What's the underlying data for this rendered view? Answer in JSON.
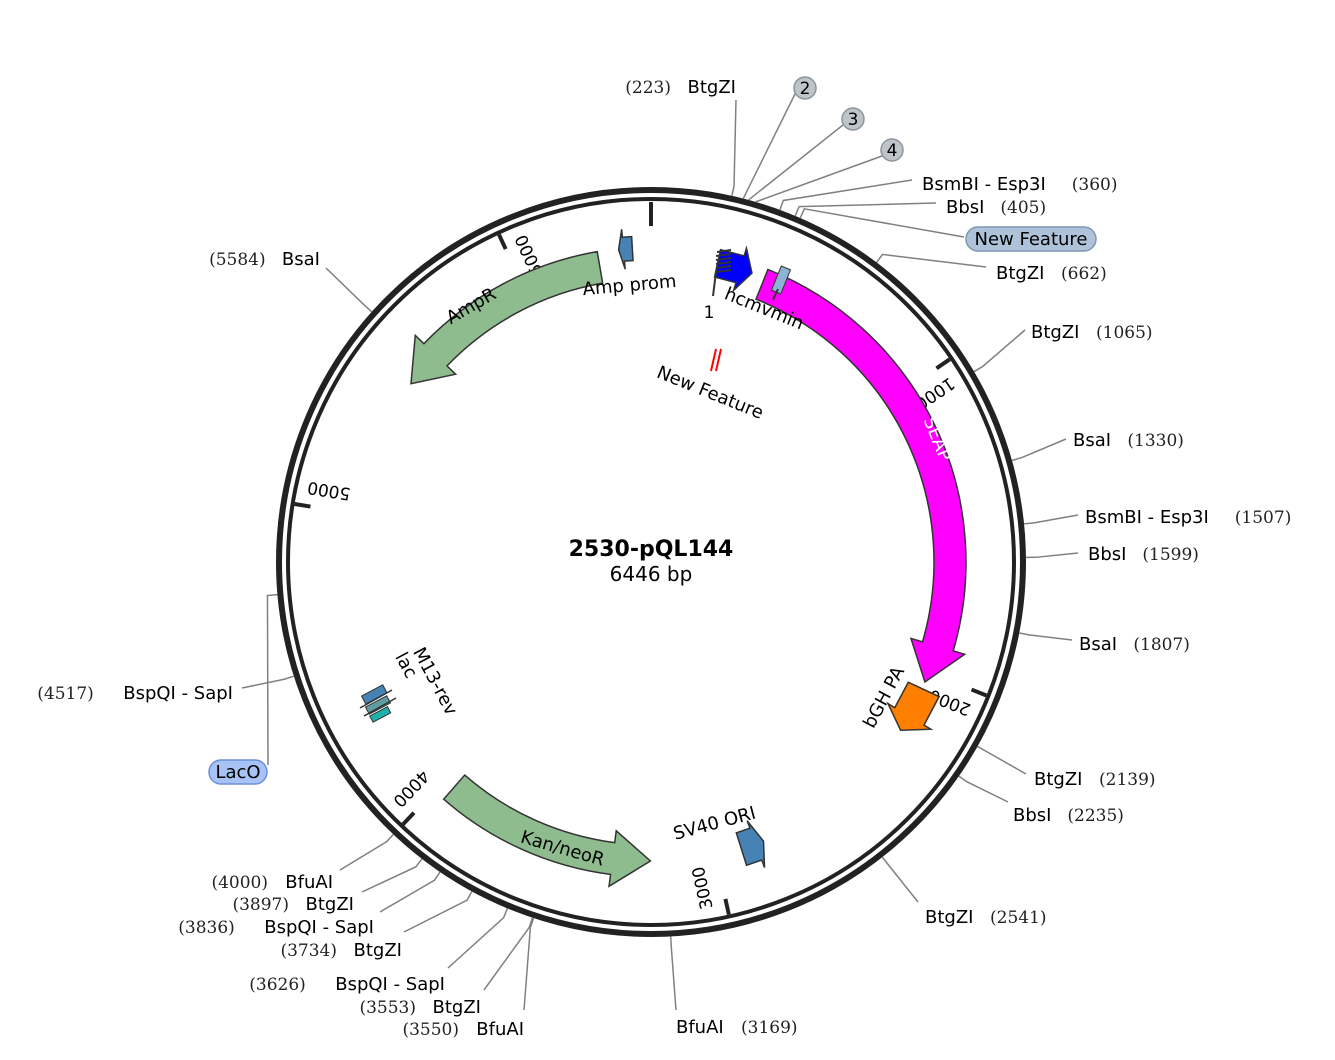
{
  "plasmid": {
    "name": "2530-pQL144",
    "length_label": "6446 bp",
    "length_bp": 6446
  },
  "ticks": [
    {
      "label": "1000",
      "bp": 1000
    },
    {
      "label": "2000",
      "bp": 2000
    },
    {
      "label": "3000",
      "bp": 3000
    },
    {
      "label": "4000",
      "bp": 4000
    },
    {
      "label": "5000",
      "bp": 5000
    },
    {
      "label": "6000",
      "bp": 6000
    },
    {
      "label": "1",
      "bp": 1
    }
  ],
  "features": [
    {
      "id": "seap",
      "label": "SEAP",
      "start": 390,
      "end": 2035,
      "direction": "forward",
      "color": "#ff00ff",
      "label_color": "#ffffff"
    },
    {
      "id": "bgh",
      "label": "bGH PA",
      "start": 2060,
      "end": 2220,
      "direction": "forward",
      "color": "#ff8000",
      "label_color": "#000000"
    },
    {
      "id": "sv40",
      "label": "SV40 ORI",
      "start": 2830,
      "end": 2910,
      "direction": "reverse",
      "color": "#4682b4",
      "label_color": "#000000"
    },
    {
      "id": "kan",
      "label": "Kan/neoR",
      "start": 3225,
      "end": 3960,
      "direction": "reverse",
      "color": "#8fbc8f",
      "label_color": "#000000"
    },
    {
      "id": "ampr",
      "label": "AmpR",
      "start": 5490,
      "end": 6270,
      "direction": "reverse",
      "color": "#8fbc8f",
      "label_color": "#000000"
    },
    {
      "id": "ampprom",
      "label": "Amp prom",
      "start": 6340,
      "end": 6385,
      "direction": "reverse",
      "color": "#4682b4",
      "label_color": "#000000"
    },
    {
      "id": "hcmv",
      "label": "hcmvmin",
      "start": 225,
      "end": 345,
      "direction": "forward",
      "color": "#0000ff",
      "label_color": "#000000"
    }
  ],
  "small_labels": {
    "new_feature_inner": "New Feature",
    "m13": "M13-rev",
    "lac": "lac"
  },
  "sites": [
    {
      "name": "BtgZI",
      "pos": "(223)",
      "bp": 223
    },
    {
      "name": "BsmBI - Esp3I",
      "pos": "(360)",
      "bp": 360
    },
    {
      "name": "BbsI",
      "pos": "(405)",
      "bp": 405
    },
    {
      "name": "New Feature",
      "pos": "",
      "bp": 420
    },
    {
      "name": "BtgZI",
      "pos": "(662)",
      "bp": 662
    },
    {
      "name": "BtgZI",
      "pos": "(1065)",
      "bp": 1065
    },
    {
      "name": "BsaI",
      "pos": "(1330)",
      "bp": 1330
    },
    {
      "name": "BsmBI - Esp3I",
      "pos": "(1507)",
      "bp": 1507
    },
    {
      "name": "BbsI",
      "pos": "(1599)",
      "bp": 1599
    },
    {
      "name": "BsaI",
      "pos": "(1807)",
      "bp": 1807
    },
    {
      "name": "BtgZI",
      "pos": "(2139)",
      "bp": 2139
    },
    {
      "name": "BbsI",
      "pos": "(2235)",
      "bp": 2235
    },
    {
      "name": "BtgZI",
      "pos": "(2541)",
      "bp": 2541
    },
    {
      "name": "BfuAI",
      "pos": "(3169)",
      "bp": 3169
    },
    {
      "name": "BfuAI",
      "pos": "(3550)",
      "bp": 3550
    },
    {
      "name": "BtgZI",
      "pos": "(3553)",
      "bp": 3553
    },
    {
      "name": "BspQI - SapI",
      "pos": "(3626)",
      "bp": 3626
    },
    {
      "name": "BtgZI",
      "pos": "(3734)",
      "bp": 3734
    },
    {
      "name": "BspQI - SapI",
      "pos": "(3836)",
      "bp": 3836
    },
    {
      "name": "BtgZI",
      "pos": "(3897)",
      "bp": 3897
    },
    {
      "name": "BfuAI",
      "pos": "(4000)",
      "bp": 4000
    },
    {
      "name": "BspQI - SapI",
      "pos": "(4517)",
      "bp": 4517
    },
    {
      "name": "LacO",
      "pos": "",
      "bp": 4745
    },
    {
      "name": "BsaI",
      "pos": "(5584)",
      "bp": 5584
    }
  ],
  "clusters": [
    {
      "label": "2"
    },
    {
      "label": "3"
    },
    {
      "label": "4"
    }
  ],
  "colors": {
    "backbone": "#222222",
    "leader": "#808080",
    "badge_fill": "#bfc4ca",
    "new_feature_badge": "#aec3d9",
    "laco_badge": "#a7c3f5",
    "marker_red": "#ff0000"
  }
}
